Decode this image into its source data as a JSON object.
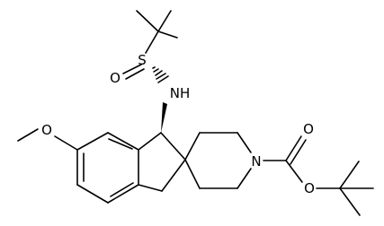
{
  "structure": {
    "atom_labels": {
      "S": "S",
      "O_sulfinyl": "O",
      "NH": "NH",
      "O_methoxy": "O",
      "N_ring": "N",
      "O_carbonyl": "O",
      "O_ester": "O"
    },
    "colors": {
      "bonds": "#000000",
      "labels": "#000000",
      "background": "#ffffff"
    }
  }
}
